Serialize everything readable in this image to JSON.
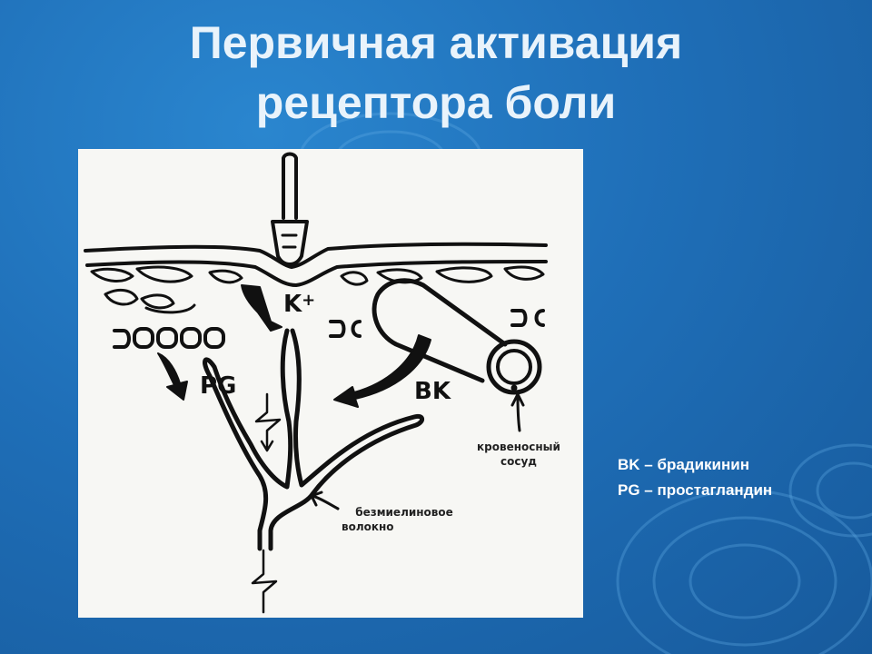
{
  "title": {
    "line1": "Первичная активация",
    "line2": "рецептора боли"
  },
  "diagram": {
    "k_label": "K",
    "k_charge": "+",
    "pg_label": "PG",
    "bk_label": "BK",
    "vessel_label_line1": "кровеносный",
    "vessel_label_line2": "сосуд",
    "fiber_label_line1": "безмиелиновое",
    "fiber_label_line2": "волокно"
  },
  "legend": {
    "bk": "BK – брадикинин",
    "pg": "PG – простагландин"
  },
  "colors": {
    "background": "#1f6fb8",
    "title": "#e9f3fb",
    "figure_bg": "#f7f7f4",
    "ink": "#111111"
  }
}
